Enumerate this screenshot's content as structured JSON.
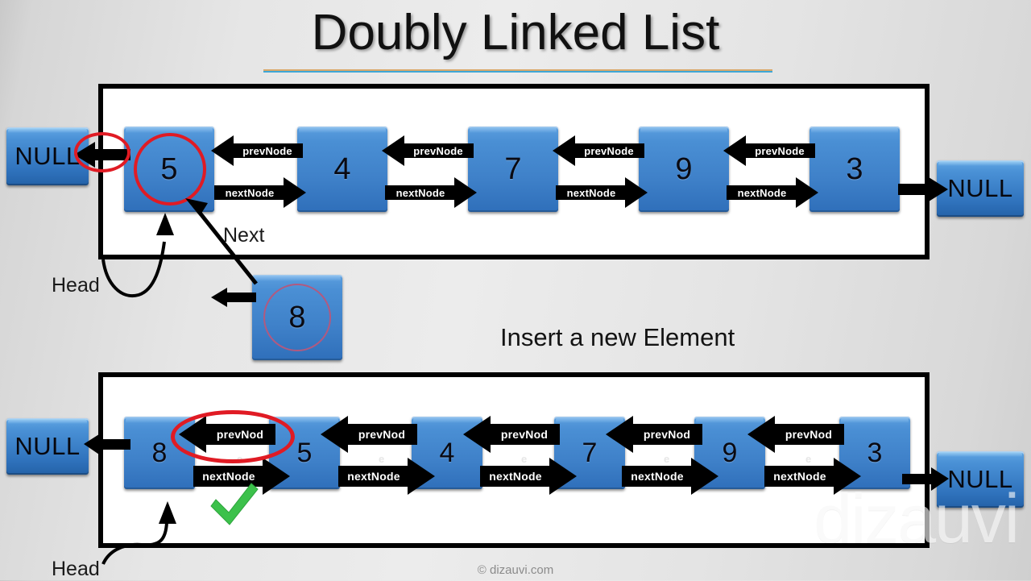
{
  "slide": {
    "title": "Doubly Linked List",
    "subtitle": "Insert a new Element",
    "footer": "© dizauvi.com",
    "watermark": "dizauvi",
    "accent_top": "#d9a86a",
    "accent_bottom": "#3fa7d6",
    "node_color": "#3f81c9",
    "highlight_color": "#e01b24",
    "check_color": "#3cc14b"
  },
  "list_before": {
    "label_head": "Head",
    "label_next": "Next",
    "null_left": "NULL",
    "null_right": "NULL",
    "nodes": [
      {
        "value": "5"
      },
      {
        "value": "4"
      },
      {
        "value": "7"
      },
      {
        "value": "9"
      },
      {
        "value": "3"
      }
    ],
    "links": [
      {
        "prev_label": "prevNode",
        "next_label": "nextNode"
      },
      {
        "prev_label": "prevNode",
        "next_label": "nextNode"
      },
      {
        "prev_label": "prevNode",
        "next_label": "nextNode"
      },
      {
        "prev_label": "prevNode",
        "next_label": "nextNode"
      }
    ]
  },
  "new_element": {
    "value": "8"
  },
  "list_after": {
    "label_head": "Head",
    "null_left": "NULL",
    "null_right": "NULL",
    "nodes": [
      {
        "value": "8"
      },
      {
        "value": "5"
      },
      {
        "value": "4"
      },
      {
        "value": "7"
      },
      {
        "value": "9"
      },
      {
        "value": "3"
      }
    ],
    "links": [
      {
        "prev_label": "prevNod",
        "prev_label_wrap": "e",
        "next_label": "nextNode"
      },
      {
        "prev_label": "prevNod",
        "prev_label_wrap": "e",
        "next_label": "nextNode"
      },
      {
        "prev_label": "prevNod",
        "prev_label_wrap": "e",
        "next_label": "nextNode"
      },
      {
        "prev_label": "prevNod",
        "prev_label_wrap": "e",
        "next_label": "nextNode"
      },
      {
        "prev_label": "prevNod",
        "prev_label_wrap": "e",
        "next_label": "nextNode"
      }
    ]
  }
}
